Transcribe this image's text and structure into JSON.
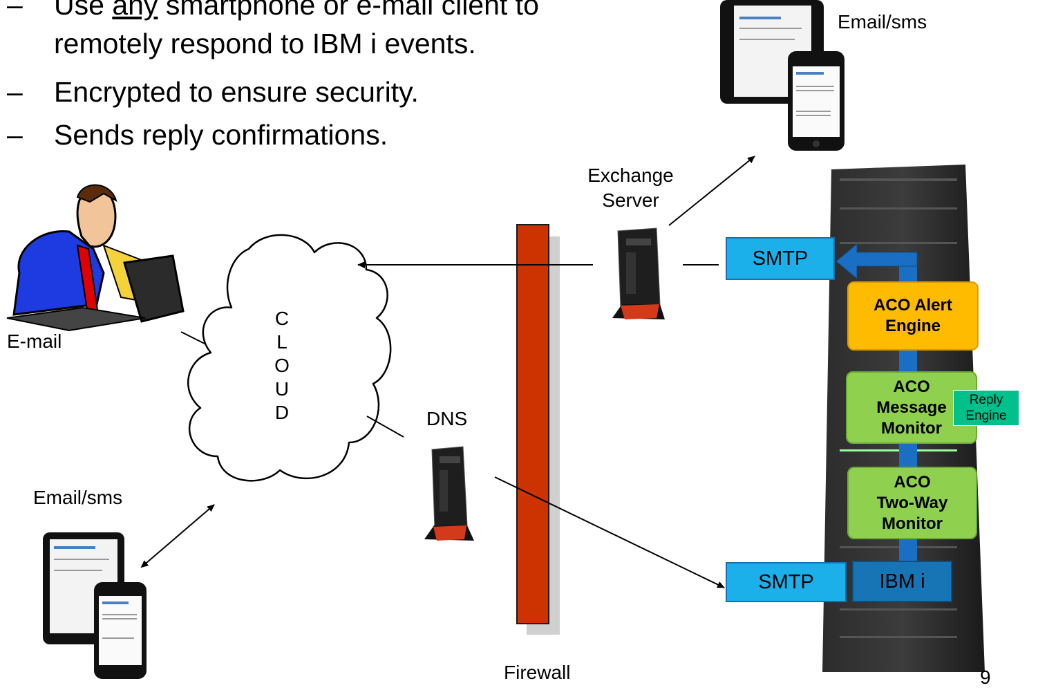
{
  "bullets": {
    "dash": "–",
    "b1_pre": "Use ",
    "b1_underline": "any",
    "b1_post": " smartphone or e-mail client to",
    "b1_cont": "remotely respond to IBM i events.",
    "b2": "Encrypted to ensure security.",
    "b3": "Sends reply confirmations."
  },
  "labels": {
    "email_sms_top": "Email/sms",
    "exchange_server": "Exchange\nServer",
    "email": "E-mail",
    "email_sms_bottom": "Email/sms",
    "dns": "DNS",
    "firewall": "Firewall",
    "cloud_letters": [
      "C",
      "L",
      "O",
      "U",
      "D"
    ],
    "page_number": "9"
  },
  "rack": {
    "smtp_top": "SMTP",
    "smtp_bottom": "SMTP",
    "ibm_i": "IBM i",
    "alert_engine": "ACO Alert\nEngine",
    "message_monitor": "ACO\nMessage\nMonitor",
    "two_way_monitor": "ACO\nTwo-Way\nMonitor",
    "reply_engine": "Reply\nEngine"
  },
  "colors": {
    "firewall": "#cc3300",
    "smtp": "#1cb0ea",
    "ibm_i": "#1875b5",
    "alert_engine": "#ffbb00",
    "monitor": "#8fd14f",
    "reply_engine": "#00c08b",
    "pipe": "#1a6fc4"
  }
}
